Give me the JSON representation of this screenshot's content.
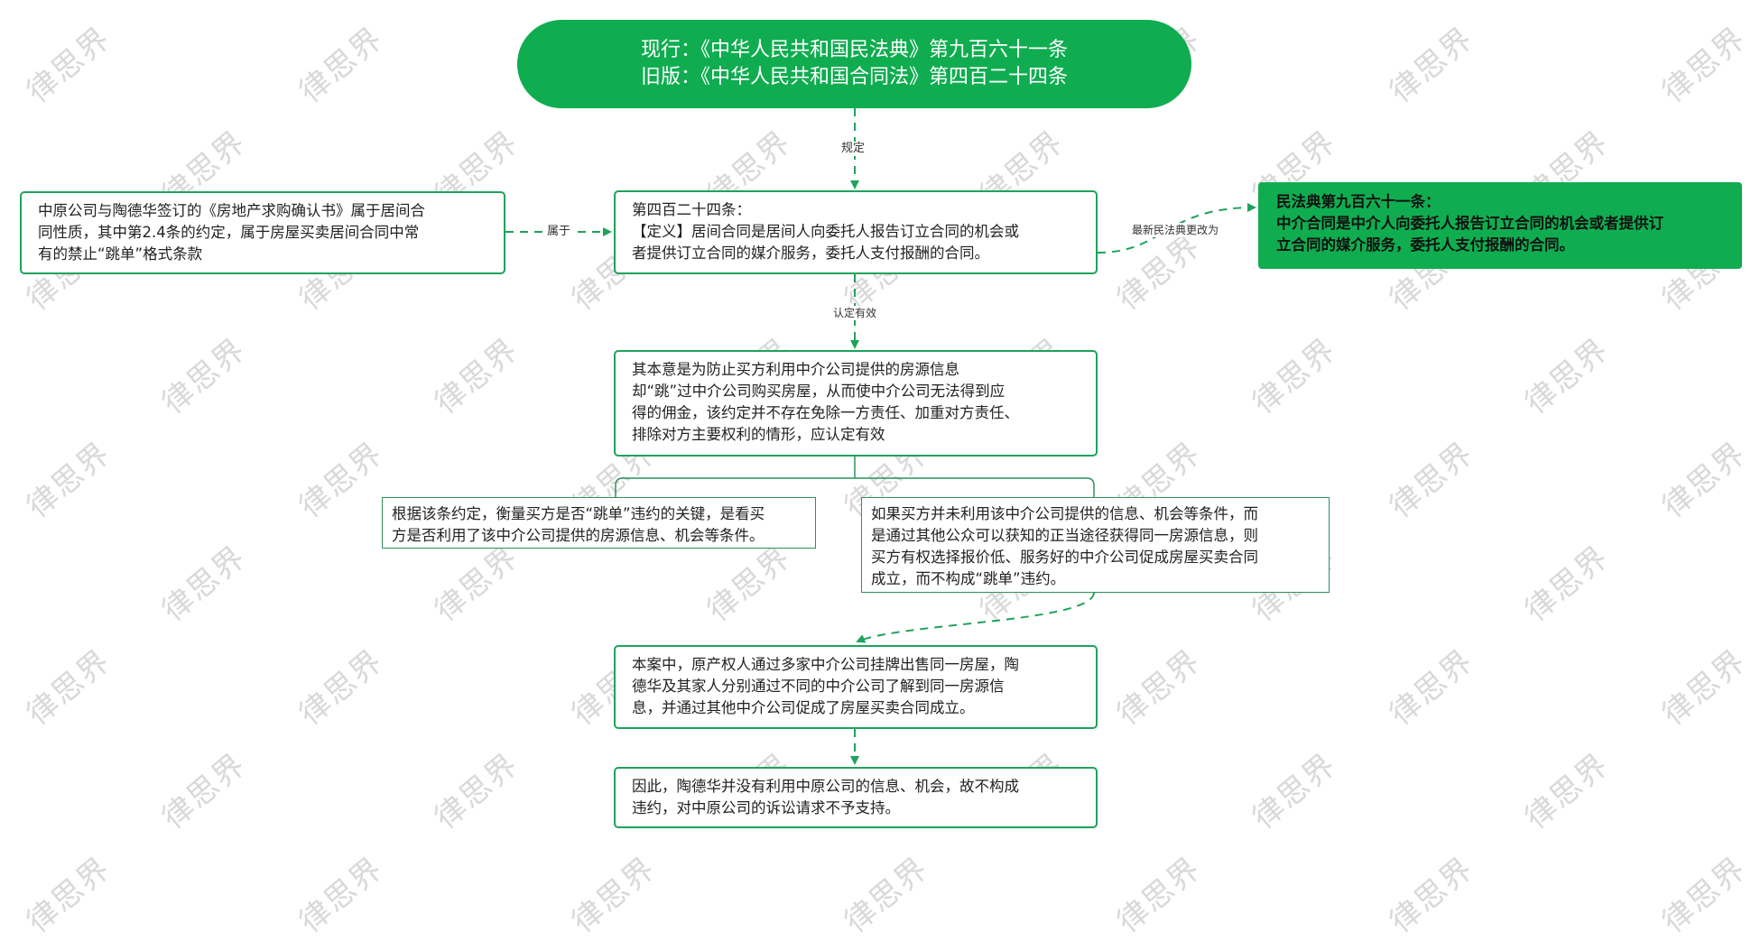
{
  "header": {
    "line1": "现行：《中华人民共和国民法典》第九百六十一条",
    "line2": "旧版：《中华人民共和国合同法》第四百二十四条"
  },
  "nodes": {
    "classification": {
      "lines": [
        "中原公司与陶德华签订的《房地产求购确认书》属于居间合",
        "同性质，其中第2.4条的约定，属于房屋买卖居间合同中常",
        "有的禁止“跳单”格式条款"
      ]
    },
    "article424": {
      "lines": [
        "第四百二十四条：",
        "【定义】居间合同是居间人向委托人报告订立合同的机会或",
        "者提供订立合同的媒介服务，委托人支付报酬的合同。"
      ]
    },
    "article961": {
      "lines": [
        "民法典第九百六十一条：",
        "中介合同是中介人向委托人报告订立合同的机会或者提供订",
        "立合同的媒介服务，委托人支付报酬的合同。"
      ]
    },
    "intent": {
      "lines": [
        "其本意是为防止买方利用中介公司提供的房源信息",
        "却“跳”过中介公司购买房屋，从而使中介公司无法得到应",
        "得的佣金，该约定并不存在免除一方责任、加重对方责任、",
        "排除对方主要权利的情形，应认定有效"
      ]
    },
    "criterion": {
      "lines": [
        "根据该条约定，衡量买方是否“跳单”违约的关键，是看买",
        "方是否利用了该中介公司提供的房源信息、机会等条件。"
      ]
    },
    "exception": {
      "lines": [
        "如果买方并未利用该中介公司提供的信息、机会等条件，而",
        "是通过其他公众可以获知的正当途径获得同一房源信息，则",
        "买方有权选择报价低、服务好的中介公司促成房屋买卖合同",
        "成立，而不构成“跳单”违约。"
      ]
    },
    "facts": {
      "lines": [
        "本案中，原产权人通过多家中介公司挂牌出售同一房屋，陶",
        "德华及其家人分别通过不同的中介公司了解到同一房源信",
        "息，并通过其他中介公司促成了房屋买卖合同成立。"
      ]
    },
    "conclusion": {
      "lines": [
        "因此，陶德华并没有利用中原公司的信息、机会，故不构成",
        "违约，对中原公司的诉讼请求不予支持。"
      ]
    }
  },
  "edges": {
    "provides": "规定",
    "belongs_to": "属于",
    "changed_to": "最新民法典更改为",
    "deemed_valid": "认定有效"
  },
  "watermark": "律思界",
  "colors": {
    "primary_green": "#0fad50",
    "border_green": "#1ea35b",
    "watermark_gray": "#d9d9d9"
  }
}
